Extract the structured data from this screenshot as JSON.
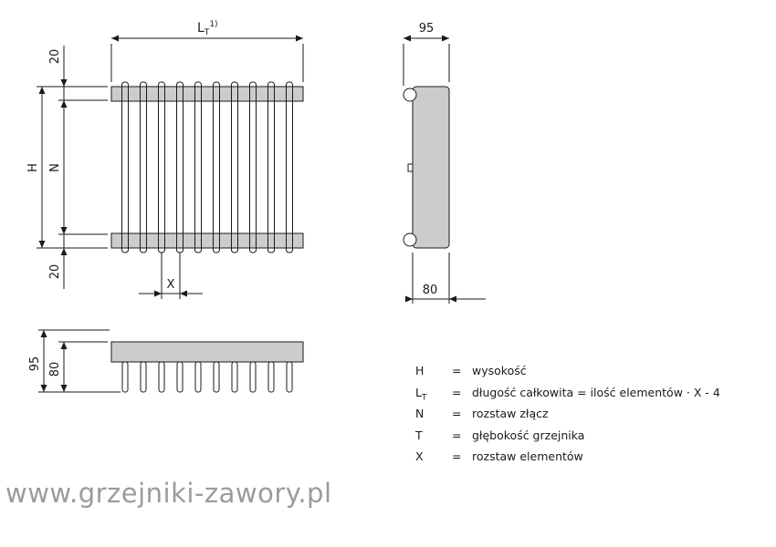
{
  "colors": {
    "shape_fill": "#cccccc",
    "line": "#1a1a1a",
    "watermark": "#9b9b9b"
  },
  "front_view": {
    "dim_total_length": {
      "main": "L",
      "sub": "T",
      "sup": "1)"
    },
    "dim_top_offset": "20",
    "dim_height": "H",
    "dim_connection_spacing": "N",
    "dim_bottom_offset": "20",
    "dim_element_spacing": "X"
  },
  "side_view": {
    "dim_total_depth": "95",
    "dim_body_depth": "80"
  },
  "plan_view": {
    "dim_total_depth": "95",
    "dim_body_depth": "80"
  },
  "legend": {
    "rows": [
      {
        "sym": "H",
        "sym_sub": "",
        "eq": "=",
        "desc": "wysokość"
      },
      {
        "sym": "L",
        "sym_sub": "T",
        "eq": "=",
        "desc": "długość całkowita  =  ilość elementów · X - 4"
      },
      {
        "sym": "N",
        "sym_sub": "",
        "eq": "=",
        "desc": "rozstaw złącz"
      },
      {
        "sym": "T",
        "sym_sub": "",
        "eq": "=",
        "desc": "głębokość grzejnika"
      },
      {
        "sym": "X",
        "sym_sub": "",
        "eq": "=",
        "desc": "rozstaw elementów"
      }
    ]
  },
  "watermark": "www.grzejniki-zawory.pl"
}
